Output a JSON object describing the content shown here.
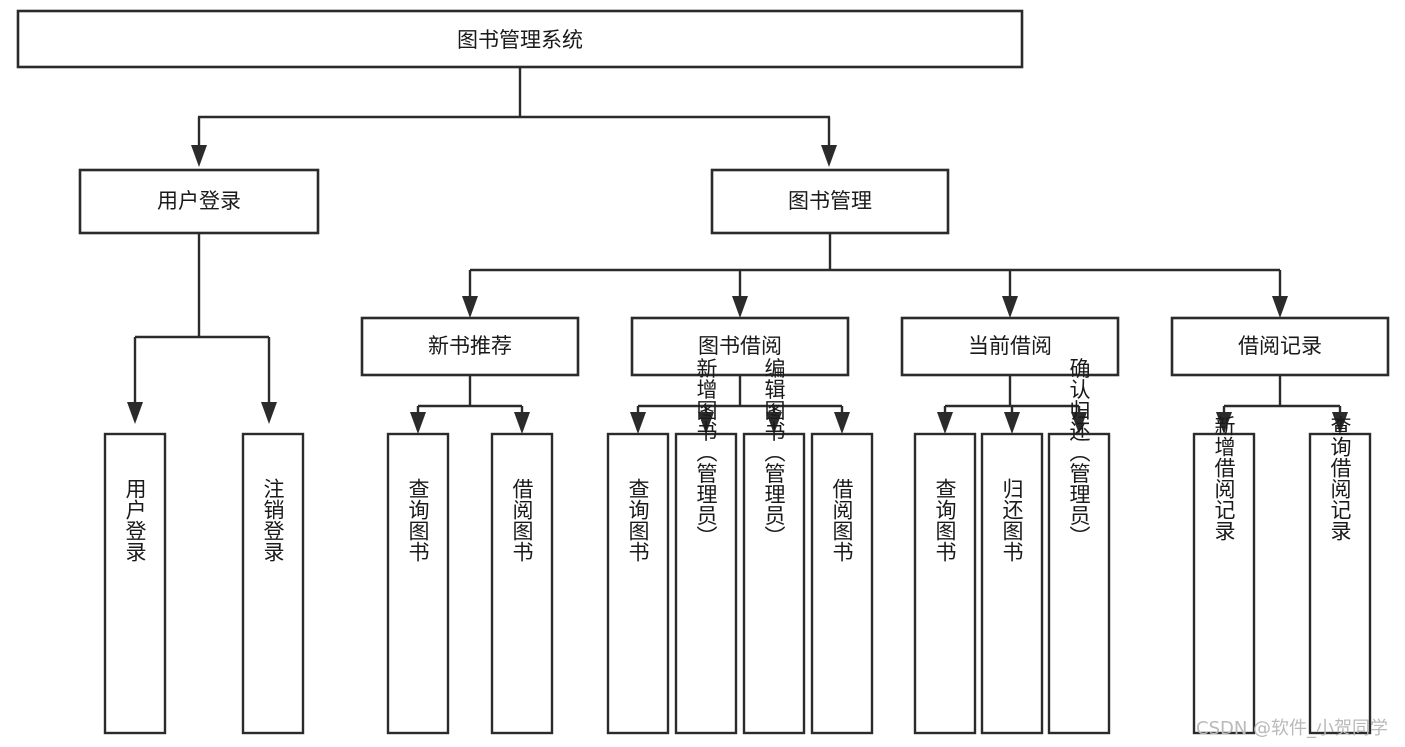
{
  "diagram": {
    "type": "tree",
    "title_node": {
      "id": "root",
      "label": "图书管理系统"
    },
    "level2": [
      {
        "id": "user-login",
        "label": "用户登录"
      },
      {
        "id": "book-manage",
        "label": "图书管理"
      }
    ],
    "level3": [
      {
        "id": "new-book-rec",
        "label": "新书推荐",
        "parent": "book-manage"
      },
      {
        "id": "book-borrow",
        "label": "图书借阅",
        "parent": "book-manage"
      },
      {
        "id": "current-borrow",
        "label": "当前借阅",
        "parent": "book-manage"
      },
      {
        "id": "borrow-record",
        "label": "借阅记录",
        "parent": "book-manage"
      }
    ],
    "leaves": {
      "user_login": [
        {
          "id": "leaf-user-login",
          "label": "用户登录"
        },
        {
          "id": "leaf-user-logout",
          "label": "注销登录"
        }
      ],
      "new_book_rec": [
        {
          "id": "leaf-query-book-1",
          "label": "查询图书"
        },
        {
          "id": "leaf-borrow-book-1",
          "label": "借阅图书"
        }
      ],
      "book_borrow": [
        {
          "id": "leaf-query-book-2",
          "label": "查询图书"
        },
        {
          "id": "leaf-add-book",
          "label": "新增图书（管理员）"
        },
        {
          "id": "leaf-edit-book",
          "label": "编辑图书（管理员）"
        },
        {
          "id": "leaf-borrow-book-2",
          "label": "借阅图书"
        }
      ],
      "current_borrow": [
        {
          "id": "leaf-query-book-3",
          "label": "查询图书"
        },
        {
          "id": "leaf-return-book",
          "label": "归还图书"
        },
        {
          "id": "leaf-confirm-return",
          "label": "确认归还（管理员）"
        }
      ],
      "borrow_record": [
        {
          "id": "leaf-add-record",
          "label": "新增借阅记录"
        },
        {
          "id": "leaf-query-record",
          "label": "查询借阅记录"
        }
      ]
    }
  },
  "watermark": {
    "label": "CSDN @软件_小贺同学"
  },
  "colors": {
    "background": "#ffffff",
    "box_fill": "#ffffff",
    "box_stroke": "#2b2b2b",
    "text": "#1a1a1a",
    "watermark": "#b9b9b9"
  }
}
